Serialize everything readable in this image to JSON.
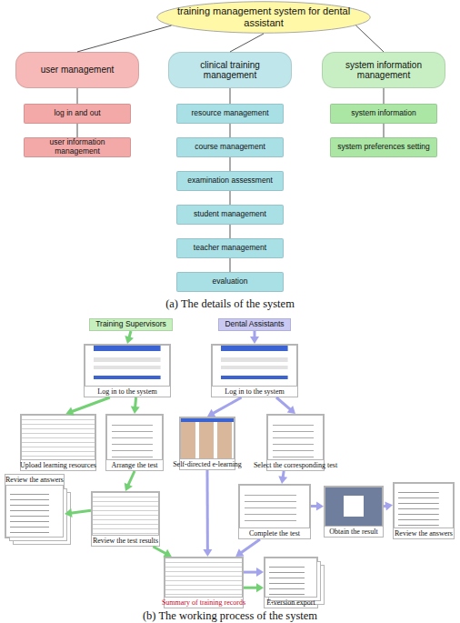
{
  "diagram": {
    "nodes": [
      {
        "text": [
          "training management system for dental assistant"
        ]
      },
      {
        "text": [
          "user management"
        ]
      },
      {
        "text": [
          "clinical training management"
        ]
      },
      {
        "text": [
          "system information management"
        ]
      },
      {
        "text": [
          "log in and out"
        ]
      },
      {
        "text": [
          "user information management"
        ]
      },
      {
        "text": [
          "resource management"
        ]
      },
      {
        "text": [
          "course management"
        ]
      },
      {
        "text": [
          "examination assessment"
        ]
      },
      {
        "text": [
          "student management"
        ]
      },
      {
        "text": [
          "teacher management"
        ]
      },
      {
        "text": [
          "evaluation"
        ]
      },
      {
        "text": [
          "system information"
        ]
      },
      {
        "text": [
          "system preferences setting"
        ]
      },
      {
        "text": [
          "Training Supervisors"
        ]
      },
      {
        "text": [
          "Dental Assistants"
        ]
      },
      {
        "text": [
          "Log in to the system"
        ]
      },
      {
        "text": [
          "Log in to the system"
        ]
      },
      {
        "text": [
          "Upload learning resources"
        ]
      },
      {
        "text": [
          "Arrange the test"
        ]
      },
      {
        "text": [
          "Self-directed e-learning"
        ]
      },
      {
        "text": [
          "Select the corresponding test"
        ]
      },
      {
        "text": [
          "Review the answers"
        ]
      },
      {
        "text": [
          "Review the test results"
        ]
      },
      {
        "text": [
          "Complete the test"
        ]
      },
      {
        "text": [
          "Obtain the result"
        ]
      },
      {
        "text": [
          "Review the answers"
        ]
      },
      {
        "text": [
          "Summary of training records"
        ]
      },
      {
        "text": [
          "E-version export"
        ]
      }
    ],
    "edges": [
      {
        "from": 0,
        "to": 1,
        "arrow": "none"
      },
      {
        "from": 0,
        "to": 2,
        "arrow": "none"
      },
      {
        "from": 0,
        "to": 3,
        "arrow": "none"
      },
      {
        "from": 1,
        "to": 4,
        "arrow": "none"
      },
      {
        "from": 4,
        "to": 5,
        "arrow": "none"
      },
      {
        "from": 2,
        "to": 6,
        "arrow": "none"
      },
      {
        "from": 6,
        "to": 7,
        "arrow": "none"
      },
      {
        "from": 7,
        "to": 8,
        "arrow": "none"
      },
      {
        "from": 8,
        "to": 9,
        "arrow": "none"
      },
      {
        "from": 9,
        "to": 10,
        "arrow": "none"
      },
      {
        "from": 10,
        "to": 11,
        "arrow": "none"
      },
      {
        "from": 3,
        "to": 12,
        "arrow": "none"
      },
      {
        "from": 12,
        "to": 13,
        "arrow": "none"
      },
      {
        "from": 14,
        "to": 16,
        "arrow": "to"
      },
      {
        "from": 15,
        "to": 17,
        "arrow": "to"
      },
      {
        "from": 16,
        "to": 18,
        "arrow": "to"
      },
      {
        "from": 16,
        "to": 19,
        "arrow": "to"
      },
      {
        "from": 17,
        "to": 20,
        "arrow": "to"
      },
      {
        "from": 17,
        "to": 21,
        "arrow": "to"
      },
      {
        "from": 19,
        "to": 23,
        "arrow": "to"
      },
      {
        "from": 23,
        "to": 22,
        "arrow": "to"
      },
      {
        "from": 21,
        "to": 24,
        "arrow": "to"
      },
      {
        "from": 24,
        "to": 25,
        "arrow": "to"
      },
      {
        "from": 25,
        "to": 26,
        "arrow": "to"
      },
      {
        "from": 20,
        "to": 27,
        "arrow": "to"
      },
      {
        "from": 23,
        "to": 27,
        "arrow": "to"
      },
      {
        "from": 24,
        "to": 27,
        "arrow": "to"
      },
      {
        "from": 27,
        "to": 28,
        "arrow": "to"
      },
      {
        "from": 27,
        "to": 28,
        "arrow": "to"
      }
    ],
    "labels": [
      "(a) The details of the system",
      "(b) The working process of the system"
    ]
  }
}
